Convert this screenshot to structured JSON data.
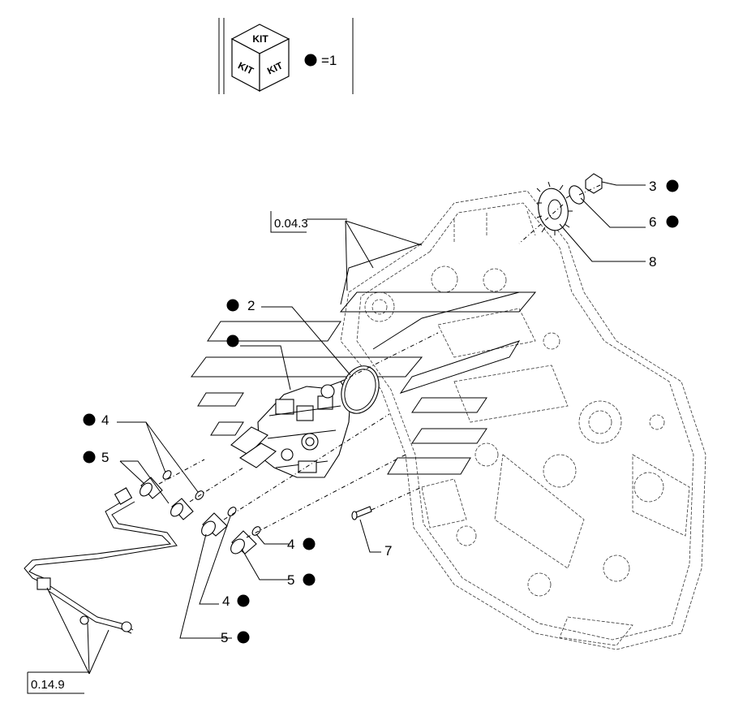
{
  "legend": {
    "kit_word": "KIT",
    "equals_text": "=1"
  },
  "refs": {
    "ref_0043": "0.04.3",
    "ref_0149": "0.14.9"
  },
  "callouts": {
    "c3": "3",
    "c6": "6",
    "c8": "8",
    "c2": "2",
    "c4a": "4",
    "c5a": "5",
    "c4b": "4",
    "c5b": "5",
    "c4c": "4",
    "c5c": "5",
    "c7": "7"
  }
}
